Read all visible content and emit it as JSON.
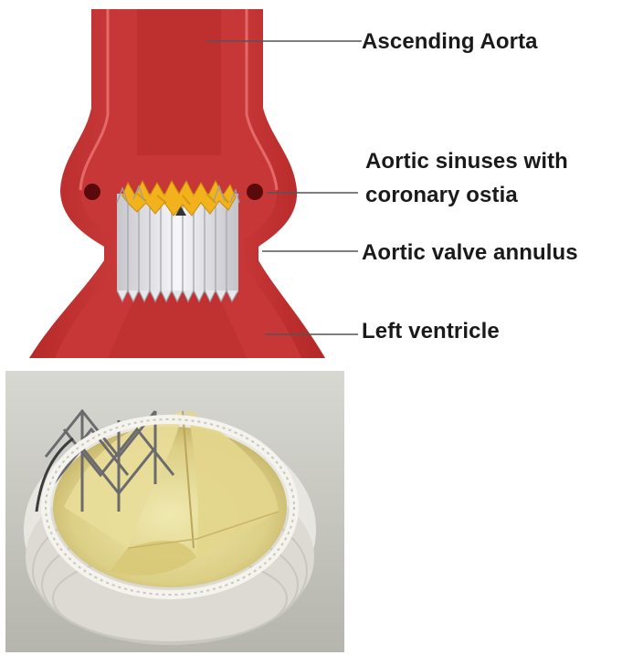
{
  "labels": {
    "ascending_aorta": "Ascending Aorta",
    "aortic_sinuses_line1": "Aortic sinuses with",
    "aortic_sinuses_line2": "coronary ostia",
    "aortic_valve_annulus": "Aortic valve annulus",
    "left_ventricle": "Left ventricle"
  },
  "colors": {
    "aorta_red": "#c93838",
    "aorta_dark": "#a41f1f",
    "aorta_highlight": "#e06060",
    "ostia": "#5a0a0a",
    "stent_white": "#f3f3f5",
    "stent_shadow": "#bdbdc4",
    "leaflet_gold": "#f2b21c",
    "leader_line": "#555555"
  }
}
